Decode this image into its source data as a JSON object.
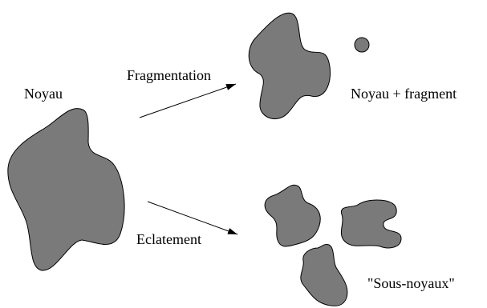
{
  "colors": {
    "fill": "#7a7a7a",
    "stroke": "#000000",
    "background": "#ffffff"
  },
  "labels": {
    "noyau": "Noyau",
    "fragmentation": "Fragmentation",
    "noyau_fragment": "Noyau + fragment",
    "eclatement": "Eclatement",
    "sous_noyaux": "\"Sous-noyaux\""
  }
}
